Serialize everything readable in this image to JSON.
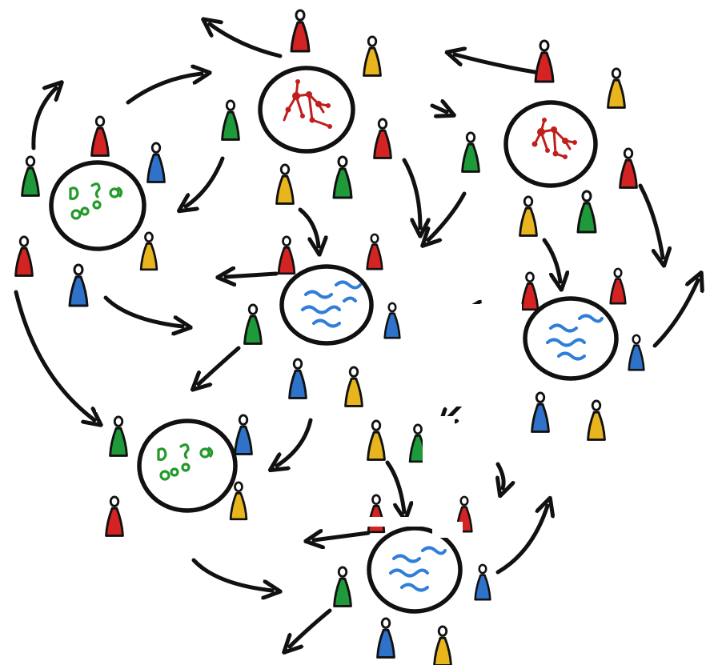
{
  "colors": {
    "ink": "#111111",
    "red": "#d42323",
    "green": "#1f9a3a",
    "blue": "#2f72c9",
    "yellow": "#e8b51e",
    "network": "#c0201c",
    "waves": "#2f7ed8",
    "cells": "#239a2a"
  },
  "hubs": [
    {
      "id": "cells-hub-left",
      "kind": "cells"
    },
    {
      "id": "network-hub-top",
      "kind": "network"
    },
    {
      "id": "waves-hub-center",
      "kind": "waves"
    },
    {
      "id": "network-hub-right",
      "kind": "network"
    },
    {
      "id": "waves-hub-right",
      "kind": "waves"
    },
    {
      "id": "cells-hub-bottom",
      "kind": "cells"
    },
    {
      "id": "waves-hub-bottom",
      "kind": "waves"
    }
  ],
  "people_colors": [
    "red",
    "green",
    "blue",
    "yellow"
  ]
}
